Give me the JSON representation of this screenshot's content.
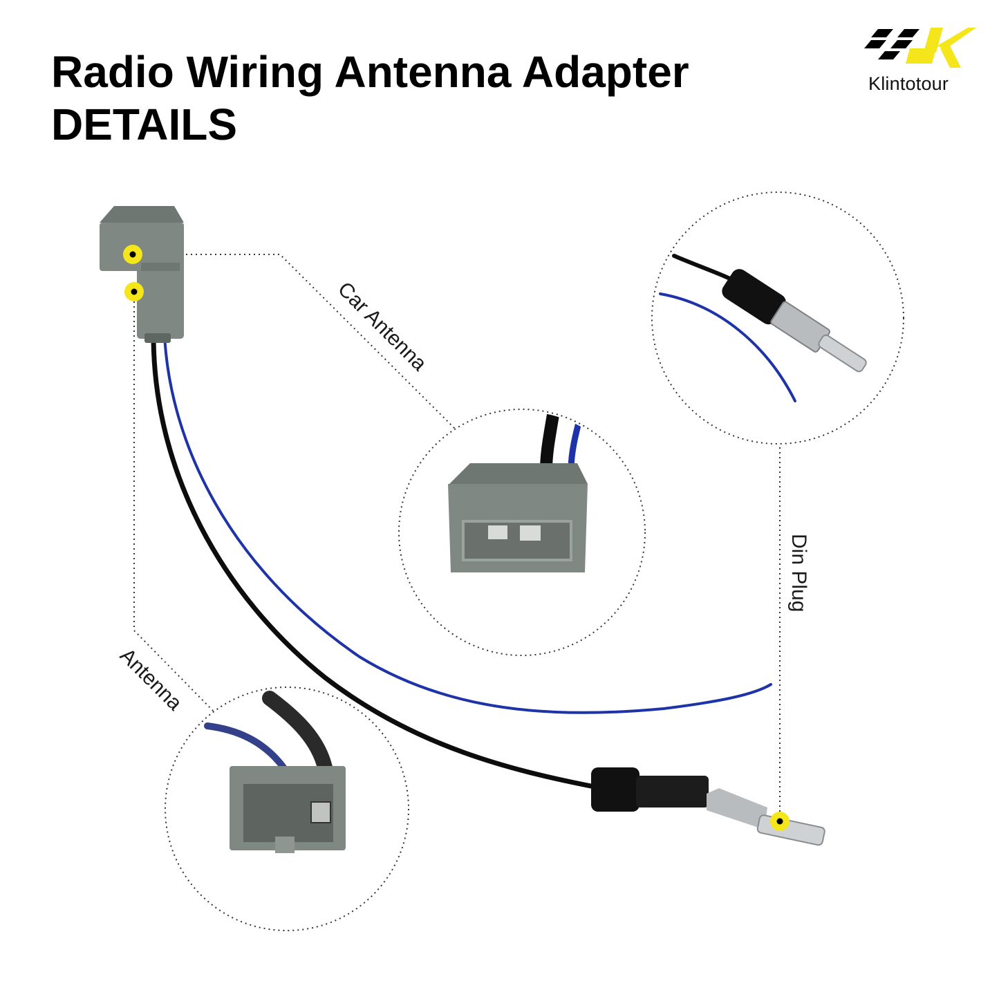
{
  "header": {
    "title_line1": "Radio Wiring Antenna Adapter",
    "title_line2": "DETAILS"
  },
  "brand": {
    "name": "Klintotour",
    "accent_color": "#f5e51b",
    "mark_color": "#000000"
  },
  "callouts": [
    {
      "label": "Car Antenna"
    },
    {
      "label": "Din Plug"
    },
    {
      "label": "Antenna"
    }
  ],
  "colors": {
    "connector": "#7f8883",
    "wire_black": "#0d0d0d",
    "wire_blue": "#1f33a8",
    "marker": "#f5e51b",
    "plug_metal": "#b9bcbf"
  }
}
